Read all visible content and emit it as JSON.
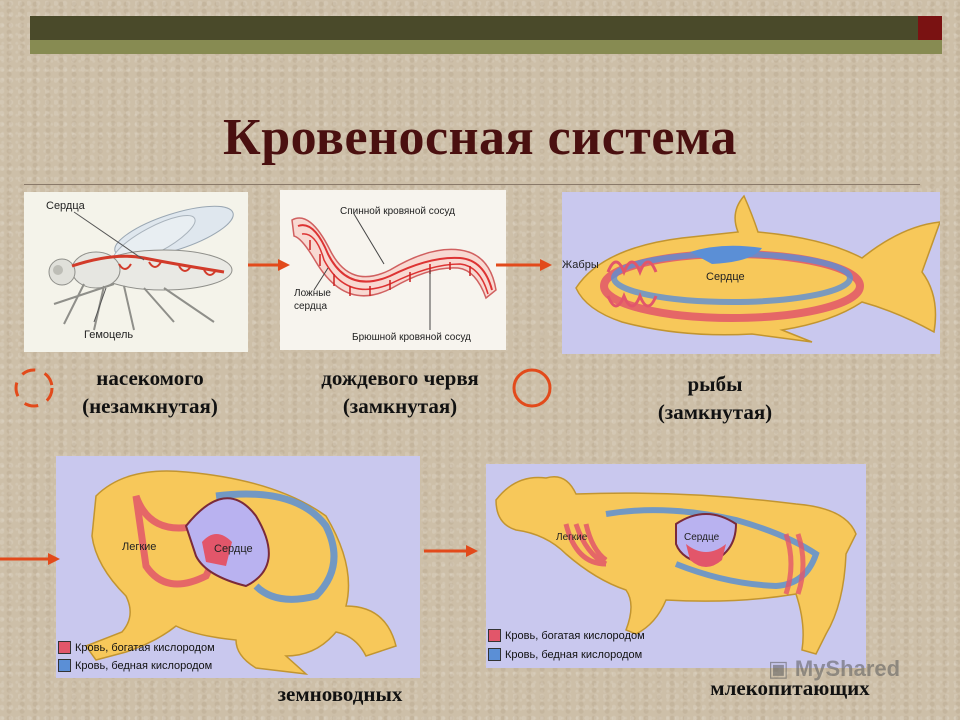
{
  "title": "Кровеносная система",
  "insect": {
    "heart_label": "Сердца",
    "hemocoel_label": "Гемоцель",
    "caption_1": "насекомого",
    "caption_2": "(незамкнутая)"
  },
  "worm": {
    "dorsal_vessel_label": "Спинной кровяной сосуд",
    "false_hearts_label_1": "Ложные",
    "false_hearts_label_2": "сердца",
    "ventral_vessel_label": "Брюшной кровяной сосуд",
    "caption_1": "дождевого червя",
    "caption_2": "(замкнутая)"
  },
  "fish": {
    "gills_label": "Жабры",
    "heart_label": "Сердце",
    "caption_1": "рыбы",
    "caption_2": "(замкнутая)"
  },
  "frog": {
    "lungs_label": "Легкие",
    "heart_label": "Сердце",
    "legend_oxygen_rich": "Кровь, богатая кислородом",
    "legend_oxygen_poor": "Кровь, бедная кислородом",
    "caption": "земноводных"
  },
  "mammal": {
    "lungs_label": "Легкие",
    "heart_label": "Сердце",
    "legend_oxygen_rich": "Кровь, богатая кислородом",
    "legend_oxygen_poor": "Кровь, бедная кислородом",
    "caption": "млекопитающих"
  },
  "watermark": "MyShared",
  "colors": {
    "title": "#4a1010",
    "arrow": "#e24a1b",
    "oxygen_rich": "#e2566a",
    "oxygen_poor": "#5b8fd6",
    "panel_bg": "#c9c8ee",
    "body_fill": "#f7c85a"
  }
}
